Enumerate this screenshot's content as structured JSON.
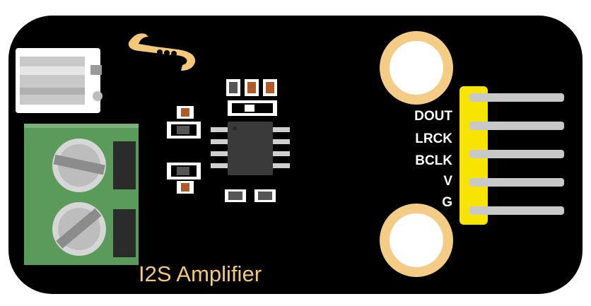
{
  "board": {
    "title": "I2S Amplifier",
    "colors": {
      "pcb": "#000000",
      "pad_ring": "#f5cc86",
      "pad_hole": "#ffffff",
      "header": "#f7e400",
      "pin": "#c8c8c8",
      "terminal": "#5a9a5a",
      "terminal_dark": "#3f7a3f",
      "screw": "#d0d0d0",
      "chip": "#3a3a3a",
      "logo": "#f3c87a"
    }
  },
  "pins": [
    {
      "label": "DOUT"
    },
    {
      "label": "LRCK"
    },
    {
      "label": "BCLK"
    },
    {
      "label": "V"
    },
    {
      "label": "G"
    }
  ],
  "icons": {
    "logo": "dfrobot-logo-icon",
    "jack": "connector-jack-icon",
    "terminal": "screw-terminal-icon"
  }
}
